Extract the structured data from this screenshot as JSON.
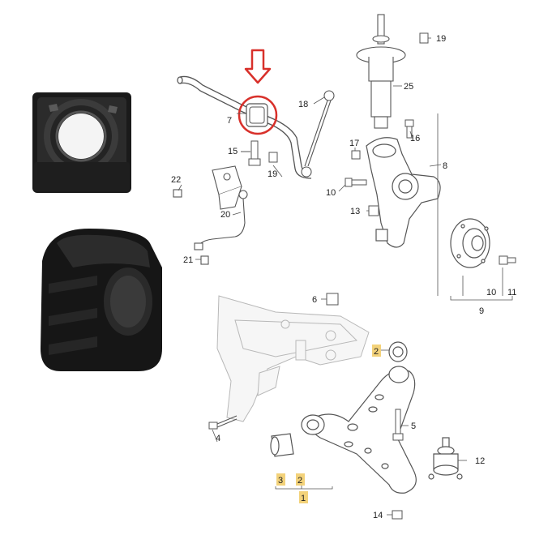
{
  "diagram": {
    "callouts": {
      "n1": "1",
      "n2a": "2",
      "n2b": "2",
      "n3": "3",
      "n4": "4",
      "n5": "5",
      "n6": "6",
      "n7": "7",
      "n8": "8",
      "n9": "9",
      "n10a": "10",
      "n10b": "10",
      "n11": "11",
      "n12": "12",
      "n13": "13",
      "n14": "14",
      "n15": "15",
      "n16": "16",
      "n17": "17",
      "n18": "18",
      "n19a": "19",
      "n19b": "19",
      "n20": "20",
      "n21": "21",
      "n22": "22",
      "n25": "25"
    },
    "highlighted_parts": [
      "1",
      "2",
      "3"
    ],
    "colors": {
      "marker_red": "#d8302a",
      "highlight_yellow": "#f3d27a",
      "line_gray": "#555555",
      "part_dark": "#1c1c1c"
    },
    "icons": [
      "down-arrow-icon",
      "highlight-circle-icon"
    ]
  }
}
